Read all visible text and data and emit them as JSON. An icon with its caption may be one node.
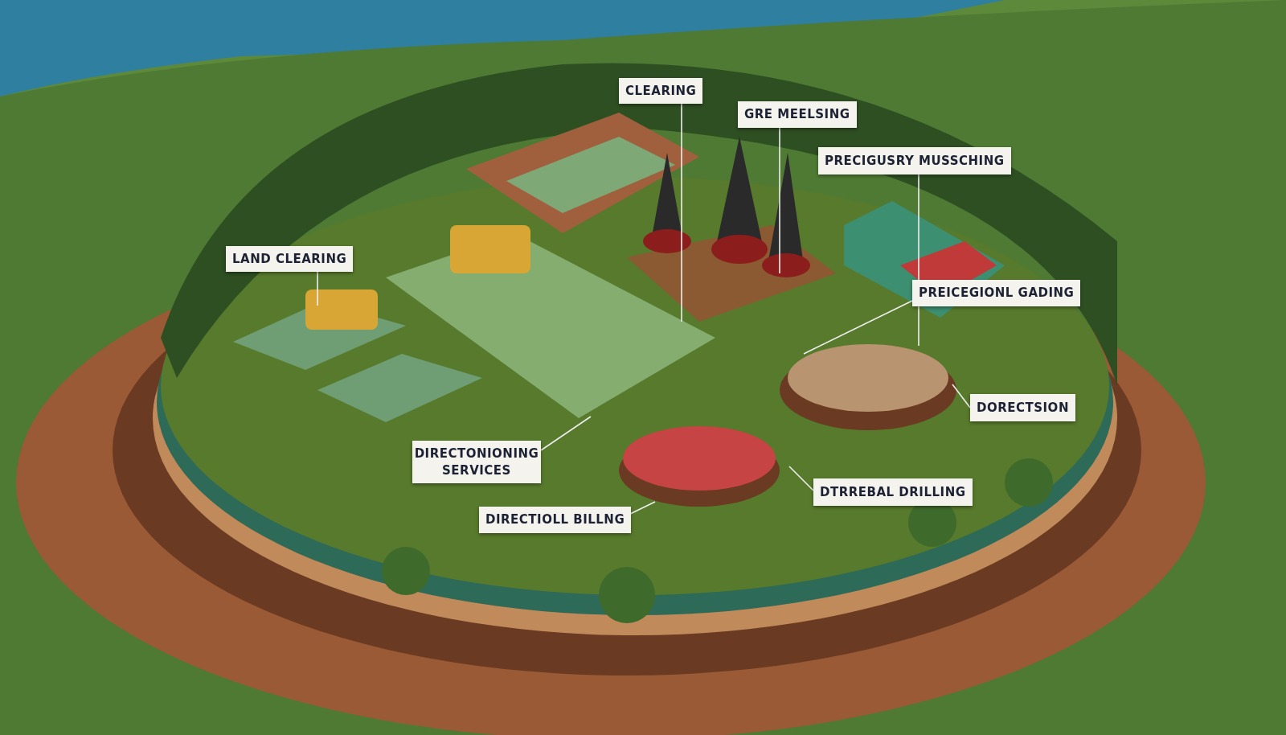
{
  "diagram": {
    "nodes": [
      {
        "text": [
          "CLEARING"
        ]
      },
      {
        "text": [
          "GRE MEELSING"
        ]
      },
      {
        "text": [
          "PRECIGUSRY MUSSCHING"
        ]
      },
      {
        "text": [
          "LAND CLEARING"
        ]
      },
      {
        "text": [
          "PREICEGIONL GADING"
        ]
      },
      {
        "text": [
          "DORECTSION"
        ]
      },
      {
        "text": [
          "DIRECTONIONING SERVICES"
        ]
      },
      {
        "text": [
          "DTRREBAL DRILLING"
        ]
      },
      {
        "text": [
          "DIRECTIOLL BILLNG"
        ]
      }
    ],
    "edges": [
      {
        "from": 0,
        "to": null,
        "arrow": "none"
      },
      {
        "from": 1,
        "to": null,
        "arrow": "none"
      },
      {
        "from": 2,
        "to": null,
        "arrow": "none"
      },
      {
        "from": 3,
        "to": null,
        "arrow": "none"
      },
      {
        "from": 4,
        "to": null,
        "arrow": "none"
      },
      {
        "from": 5,
        "to": null,
        "arrow": "none"
      },
      {
        "from": 6,
        "to": null,
        "arrow": "none"
      },
      {
        "from": 7,
        "to": null,
        "arrow": "none"
      },
      {
        "from": 8,
        "to": null,
        "arrow": "none"
      }
    ]
  }
}
